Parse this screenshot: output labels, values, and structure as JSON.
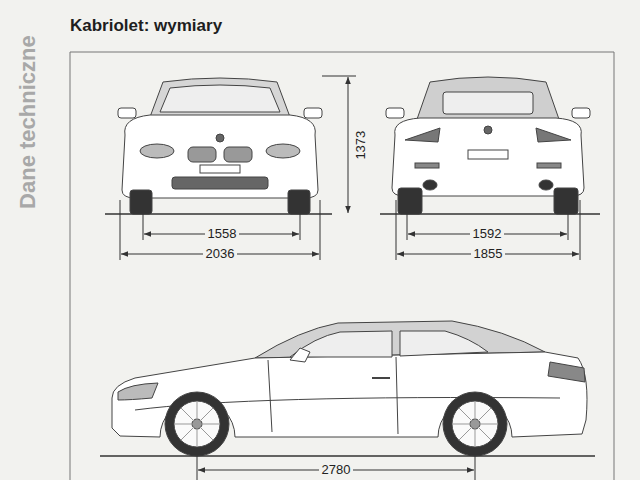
{
  "diagram": {
    "title": "Kabriolet: wymiary",
    "labels": [
      "Dane techniczne",
      "1373",
      "1558",
      "2036",
      "1592",
      "1855",
      "2780"
    ]
  }
}
